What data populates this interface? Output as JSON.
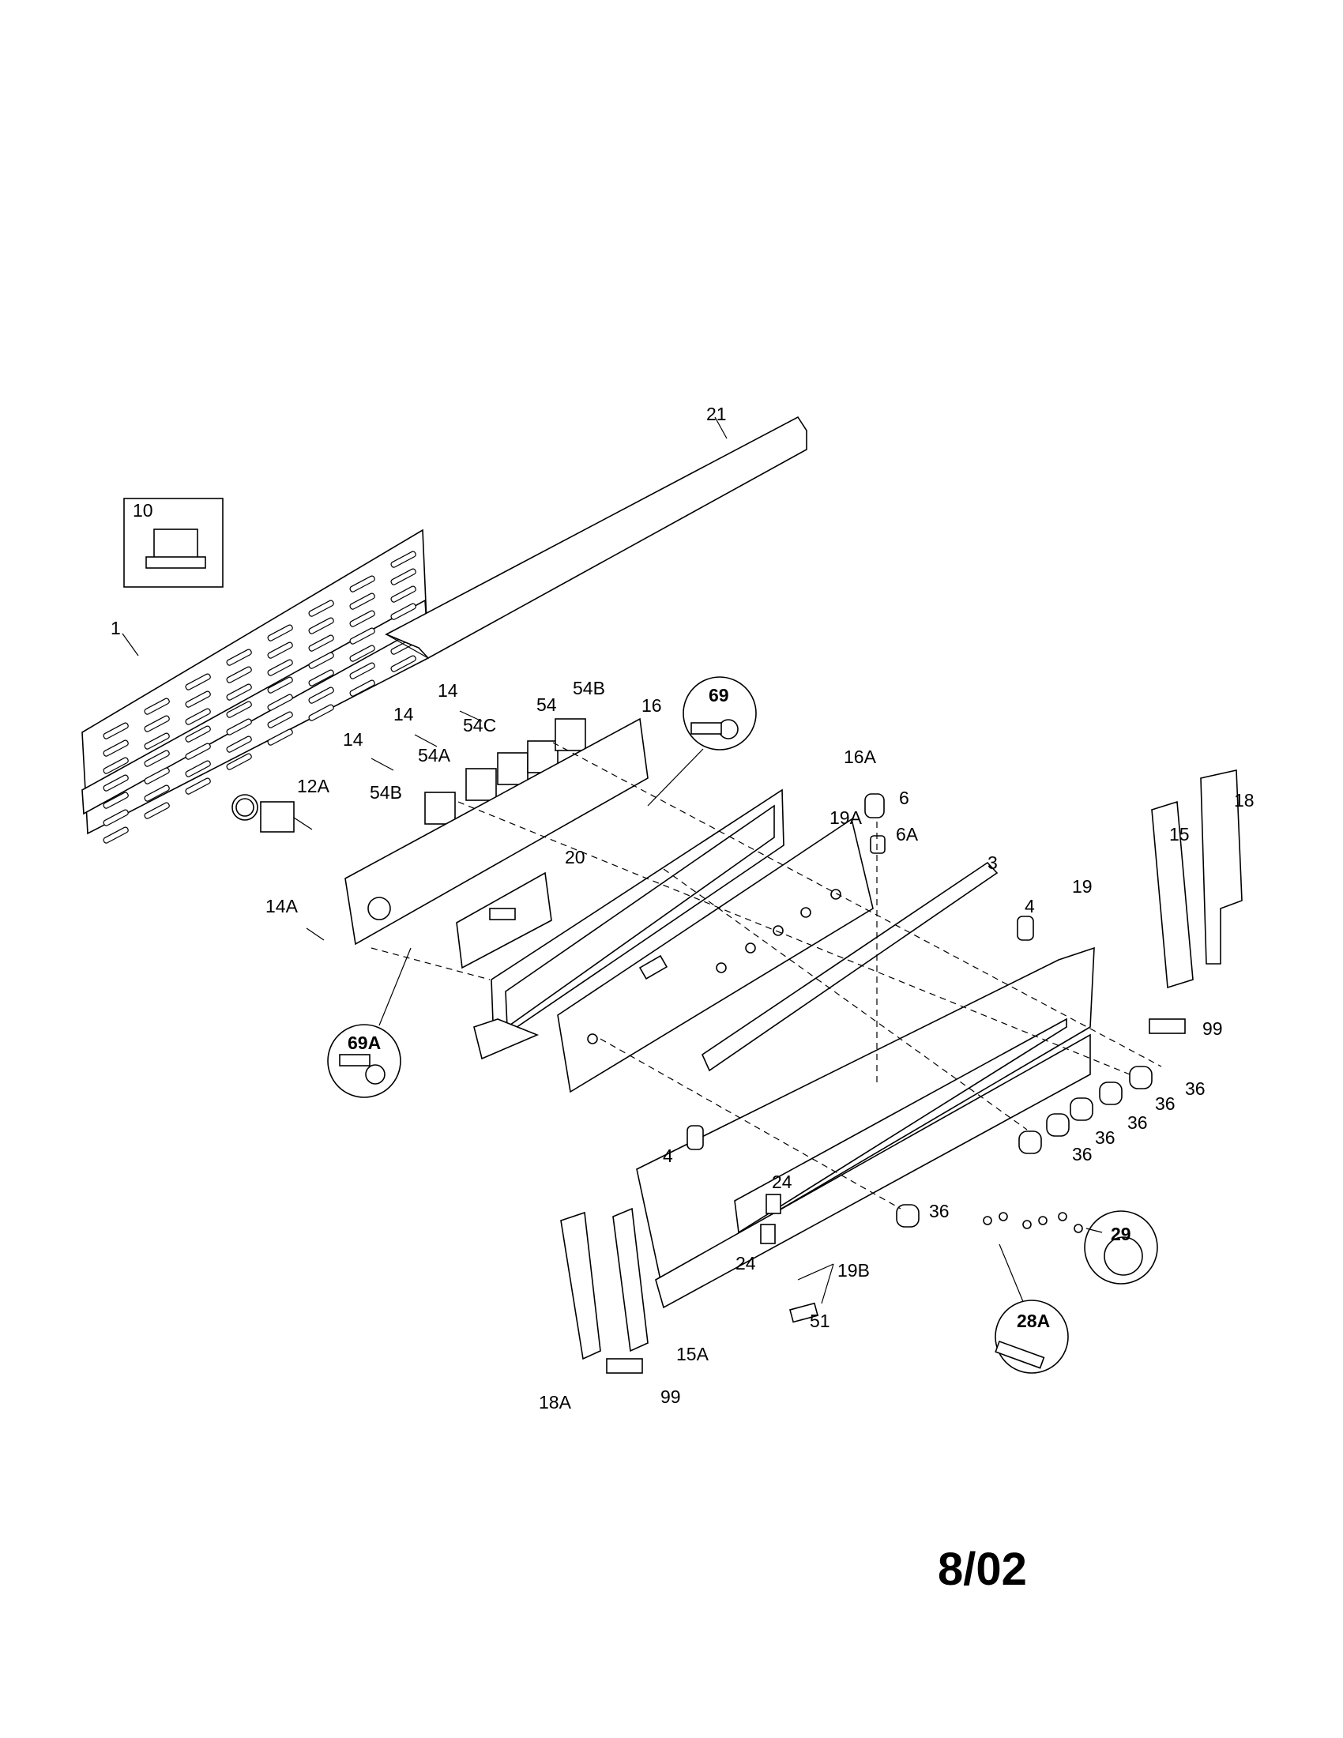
{
  "diagram": {
    "title_date": "8/02",
    "callouts": {
      "c21": "21",
      "c10": "10",
      "c1": "1",
      "c14a": "14",
      "c54": "54",
      "c54b_top": "54B",
      "c16": "16",
      "c69": "69",
      "c14b": "14",
      "c54c": "54C",
      "c14c": "14",
      "c54a": "54A",
      "c54b_low": "54B",
      "c12a": "12A",
      "c16a": "16A",
      "c6": "6",
      "c19a": "19A",
      "c6a": "6A",
      "c18": "18",
      "c15": "15",
      "c3": "3",
      "c20": "20",
      "c4_top": "4",
      "c19": "19",
      "c14A": "14A",
      "c69a": "69A",
      "c99_right": "99",
      "c36_1": "36",
      "c36_2": "36",
      "c36_3": "36",
      "c36_4": "36",
      "c36_5": "36",
      "c4_low": "4",
      "c24_top": "24",
      "c36_6": "36",
      "c19b": "19B",
      "c24_low": "24",
      "c29": "29",
      "c51": "51",
      "c28a": "28A",
      "c15a": "15A",
      "c99_low": "99",
      "c18a": "18A"
    }
  }
}
